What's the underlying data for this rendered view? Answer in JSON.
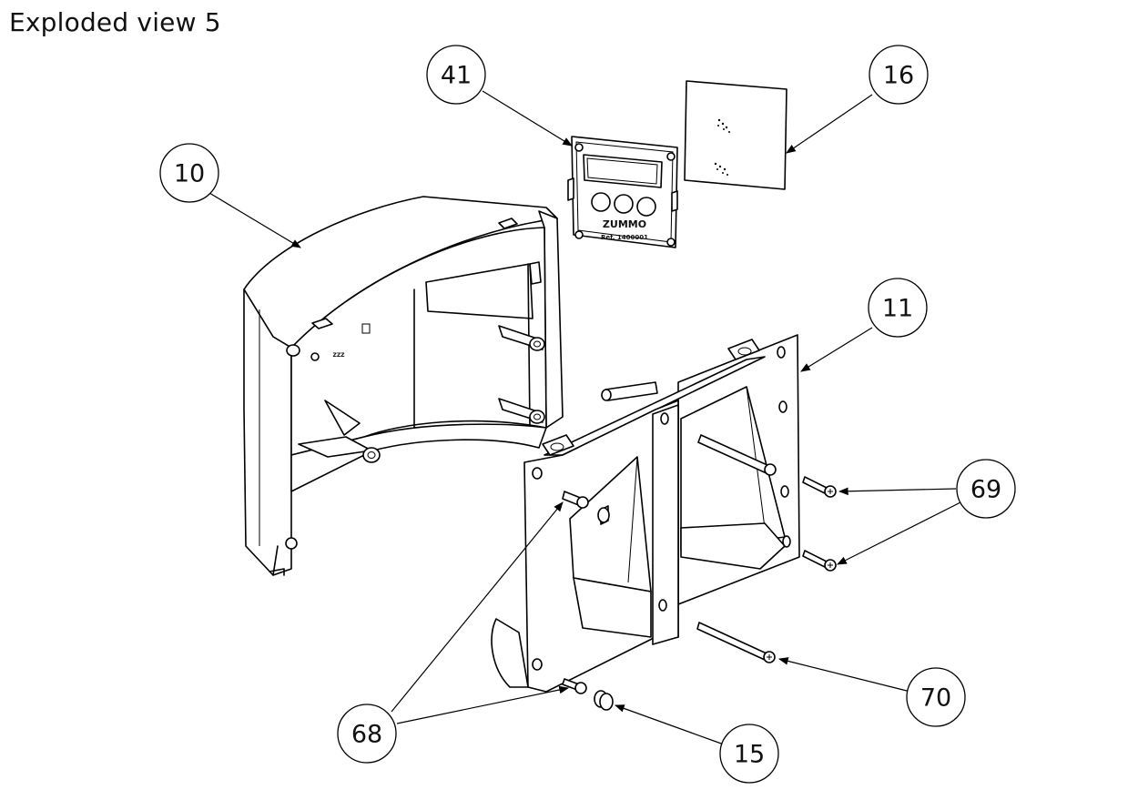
{
  "title": "Exploded view 5",
  "part_labels": {
    "panel_brand": "ZUMMO",
    "panel_ref": "Ref. 1400001"
  },
  "balloons": [
    {
      "id": "10",
      "label": "10"
    },
    {
      "id": "41",
      "label": "41"
    },
    {
      "id": "16",
      "label": "16"
    },
    {
      "id": "11",
      "label": "11"
    },
    {
      "id": "69",
      "label": "69"
    },
    {
      "id": "70",
      "label": "70"
    },
    {
      "id": "68",
      "label": "68"
    },
    {
      "id": "15",
      "label": "15"
    }
  ]
}
